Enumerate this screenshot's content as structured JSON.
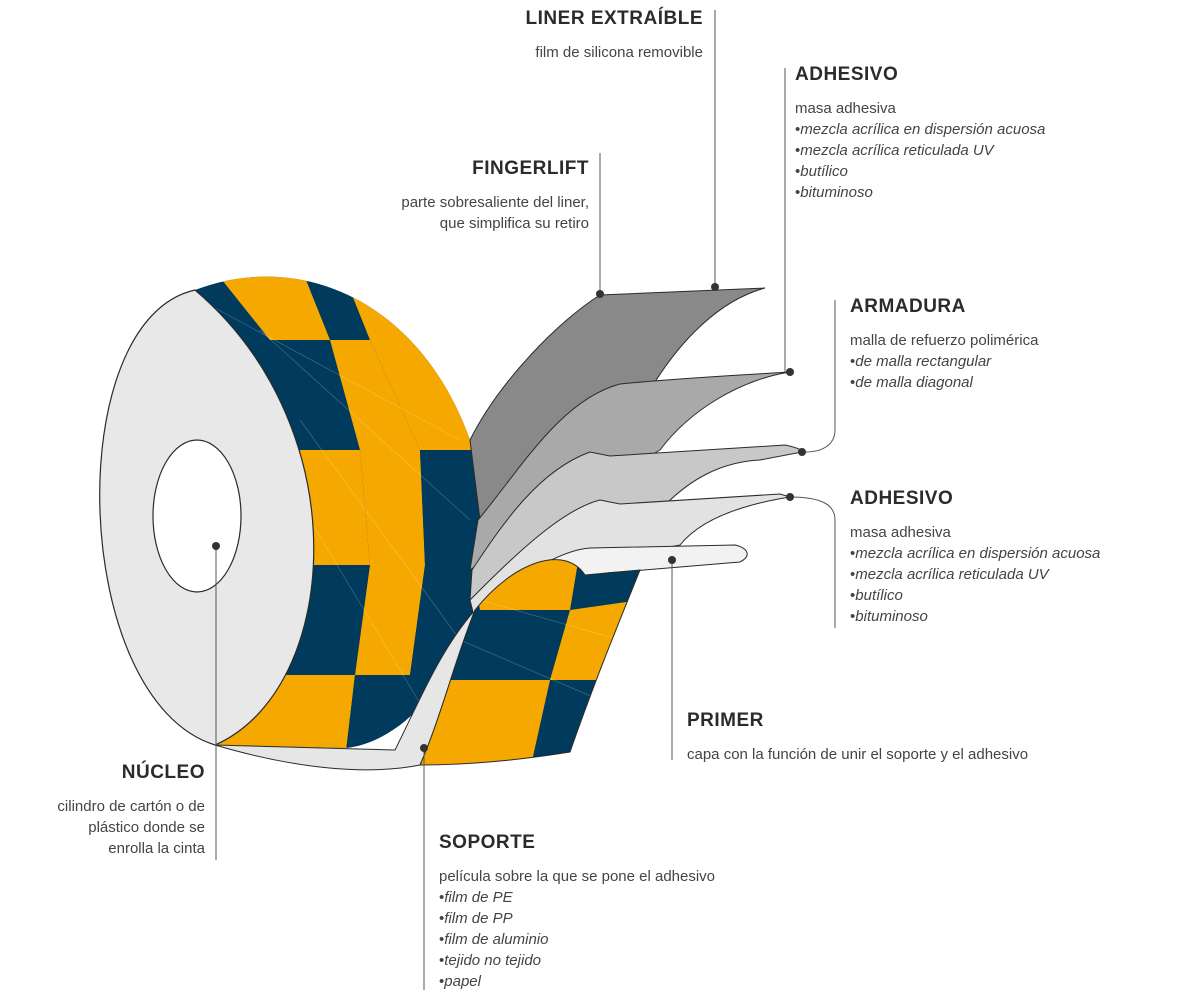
{
  "colors": {
    "navy": "#003a5c",
    "orange": "#f5a800",
    "liner": "#898989",
    "adhesive": "#a9a9a9",
    "armadura": "#c8c8c8",
    "adhesive2": "#e2e2e2",
    "primer": "#f2f2f2",
    "core_face": "#e8e8e8",
    "line": "#555555"
  },
  "labels": {
    "liner": {
      "title": "LINER EXTRAÍBLE",
      "desc": "film de silicona removible"
    },
    "adhesivo_top": {
      "title": "ADHESIVO",
      "desc": "masa adhesiva",
      "items": [
        "mezcla acrílica en dispersión acuosa",
        "mezcla acrílica reticulada UV",
        "butílico",
        "bituminoso"
      ]
    },
    "fingerlift": {
      "title": "FINGERLIFT",
      "desc_1": "parte sobresaliente del liner,",
      "desc_2": "que simplifica su retiro"
    },
    "armadura": {
      "title": "ARMADURA",
      "desc": "malla de refuerzo polimérica",
      "items": [
        "de malla rectangular",
        "de malla diagonal"
      ]
    },
    "adhesivo_bottom": {
      "title": "ADHESIVO",
      "desc": "masa adhesiva",
      "items": [
        "mezcla acrílica en dispersión acuosa",
        "mezcla acrílica reticulada UV",
        "butílico",
        "bituminoso"
      ]
    },
    "primer": {
      "title": "PRIMER",
      "desc": "capa con la función de unir el soporte y el adhesivo"
    },
    "nucleo": {
      "title": "NÚCLEO",
      "desc_1": "cilindro de cartón o de",
      "desc_2": "plástico donde se",
      "desc_3": "enrolla la cinta"
    },
    "soporte": {
      "title": "SOPORTE",
      "desc": "película sobre la que se pone el adhesivo",
      "items": [
        "film de PE",
        "film de PP",
        "film de aluminio",
        "tejido no tejido",
        "papel"
      ]
    }
  }
}
